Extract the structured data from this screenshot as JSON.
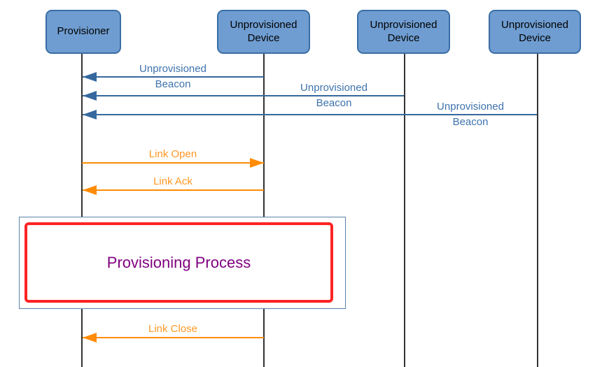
{
  "diagram": {
    "type": "sequence-diagram",
    "actors": [
      {
        "label": "Provisioner"
      },
      {
        "label": "Unprovisioned Device"
      },
      {
        "label": "Unprovisioned Device"
      },
      {
        "label": "Unprovisioned Device"
      }
    ],
    "messages": [
      {
        "line1": "Unprovisioned",
        "line2": "Beacon",
        "from": "Unprovisioned Device 1",
        "to": "Provisioner",
        "color": "#36689e"
      },
      {
        "line1": "Unprovisioned",
        "line2": "Beacon",
        "from": "Unprovisioned Device 2",
        "to": "Provisioner",
        "color": "#36689e"
      },
      {
        "line1": "Unprovisioned",
        "line2": "Beacon",
        "from": "Unprovisioned Device 3",
        "to": "Provisioner",
        "color": "#36689e"
      },
      {
        "label": "Link Open",
        "from": "Provisioner",
        "to": "Unprovisioned Device 1",
        "color": "#ff8c05"
      },
      {
        "label": "Link Ack",
        "from": "Unprovisioned Device 1",
        "to": "Provisioner",
        "color": "#ff8c05"
      },
      {
        "label": "Link Close",
        "from": "Unprovisioned Device 1",
        "to": "Provisioner",
        "color": "#ff8c05"
      }
    ],
    "process_box": {
      "label": "Provisioning Process",
      "text_color": "#800080",
      "border_color": "#ff2424",
      "frame_border_color": "#5a82aa"
    },
    "colors": {
      "actor_fill": "#6f9dd1",
      "actor_border": "#3a6ea5",
      "blue_message": "#36689e",
      "blue_label": "#3e73ad",
      "orange_message": "#ff8c05",
      "orange_label": "#ff9824",
      "lifeline": "#333333"
    }
  }
}
